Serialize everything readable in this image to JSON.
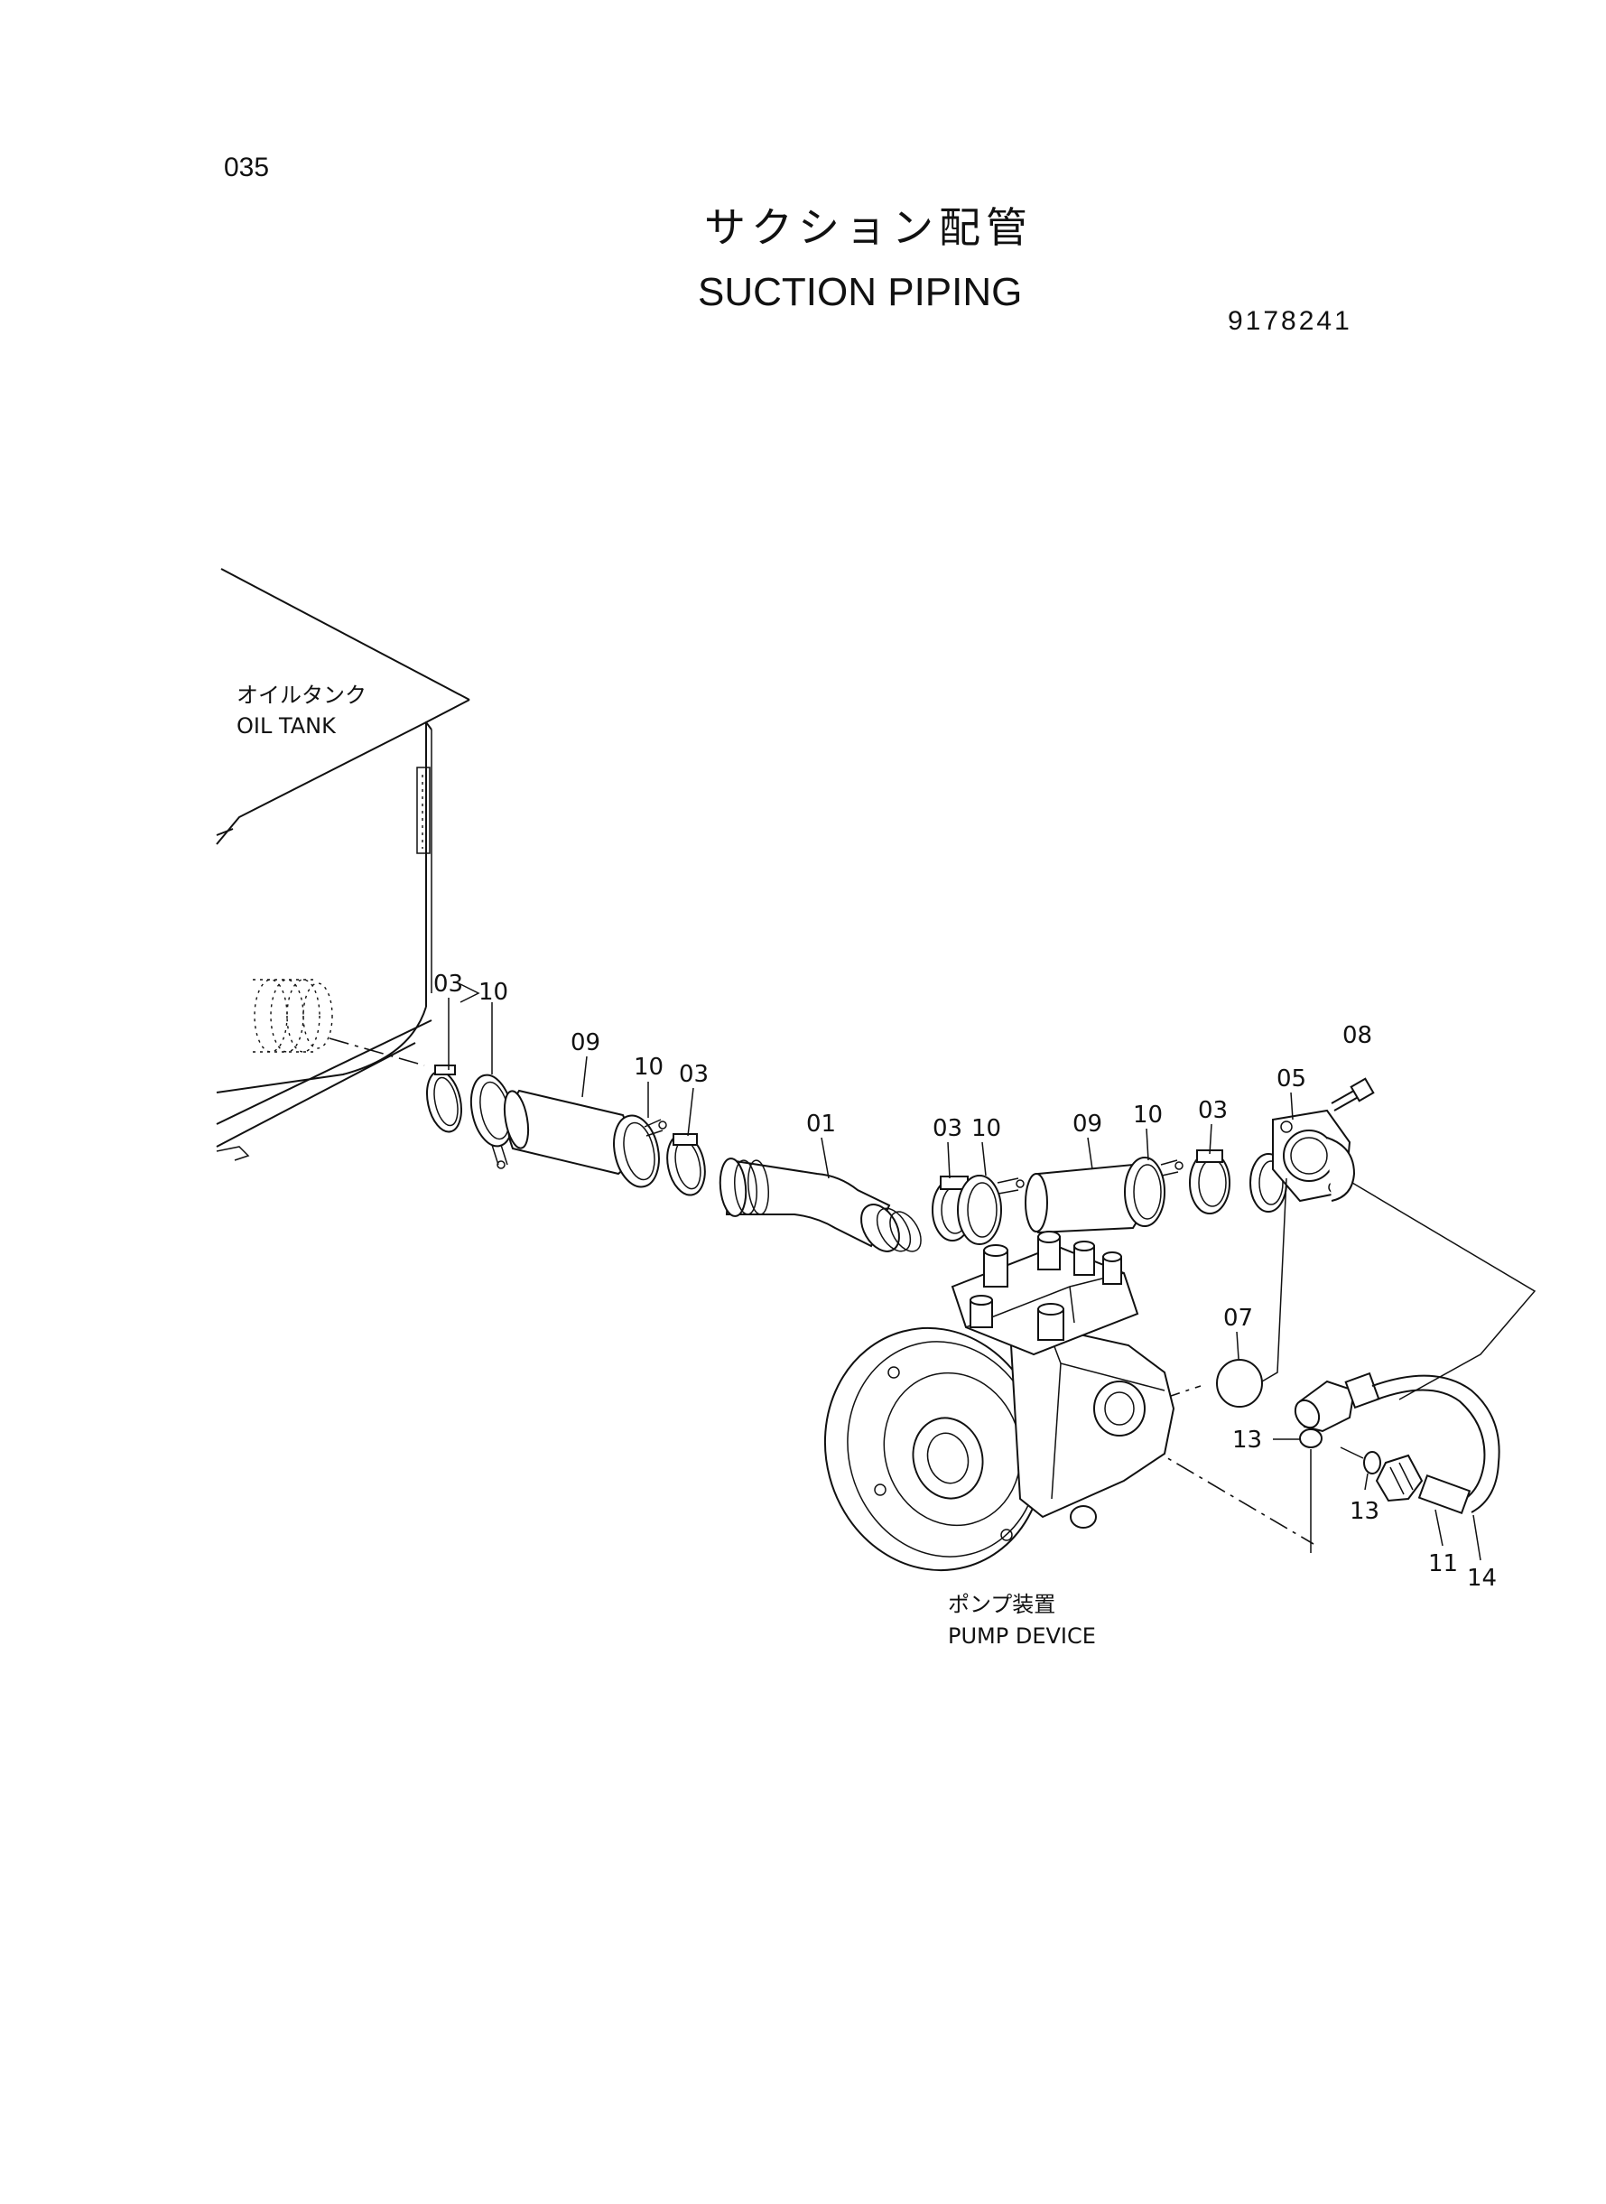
{
  "page": {
    "number": "035"
  },
  "header": {
    "title_jp": "サクション配管",
    "title_en": "SUCTION PIPING",
    "drawing_number": "9178241"
  },
  "assemblies": {
    "oil_tank": {
      "jp": "オイルタンク",
      "en": "OIL TANK"
    },
    "pump_device": {
      "jp": "ポンプ装置",
      "en": "PUMP DEVICE"
    }
  },
  "callouts": [
    "03",
    "10",
    "09",
    "10",
    "03",
    "01",
    "03",
    "10",
    "09",
    "10",
    "03",
    "05",
    "08",
    "07",
    "13",
    "13",
    "11",
    "14"
  ]
}
